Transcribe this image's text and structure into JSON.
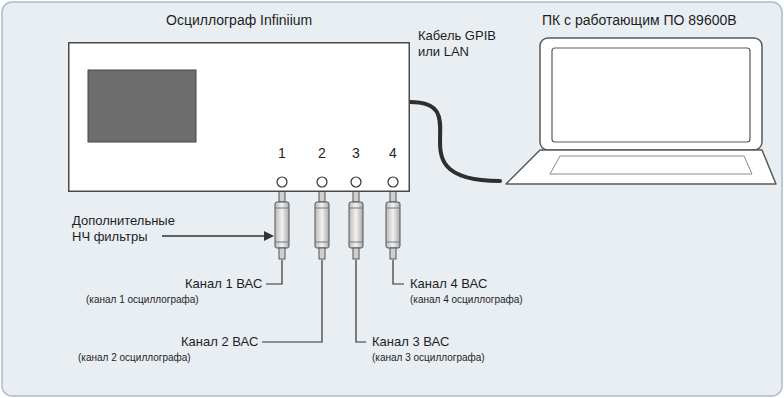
{
  "diagram": {
    "nodes": [
      {
        "text": [
          "Осциллограф Infiniium"
        ]
      },
      {
        "text": [
          "ПК с работающим ПО 89600B"
        ]
      }
    ],
    "edges": [
      {
        "from": 0,
        "to": 1,
        "arrow": "none",
        "label": "Кабель GPIB или LAN"
      }
    ],
    "labels": [
      "1",
      "2",
      "3",
      "4",
      "Дополнительные НЧ фильтры",
      "Канал 1 ВАС",
      "(канал 1 осциллографа)",
      "Канал 2 ВАС",
      "(канал 2 осциллографа)",
      "Канал 3 ВАС",
      "(канал 3 осциллографа)",
      "Канал 4 ВАС",
      "(канал 4 осциллографа)"
    ]
  }
}
